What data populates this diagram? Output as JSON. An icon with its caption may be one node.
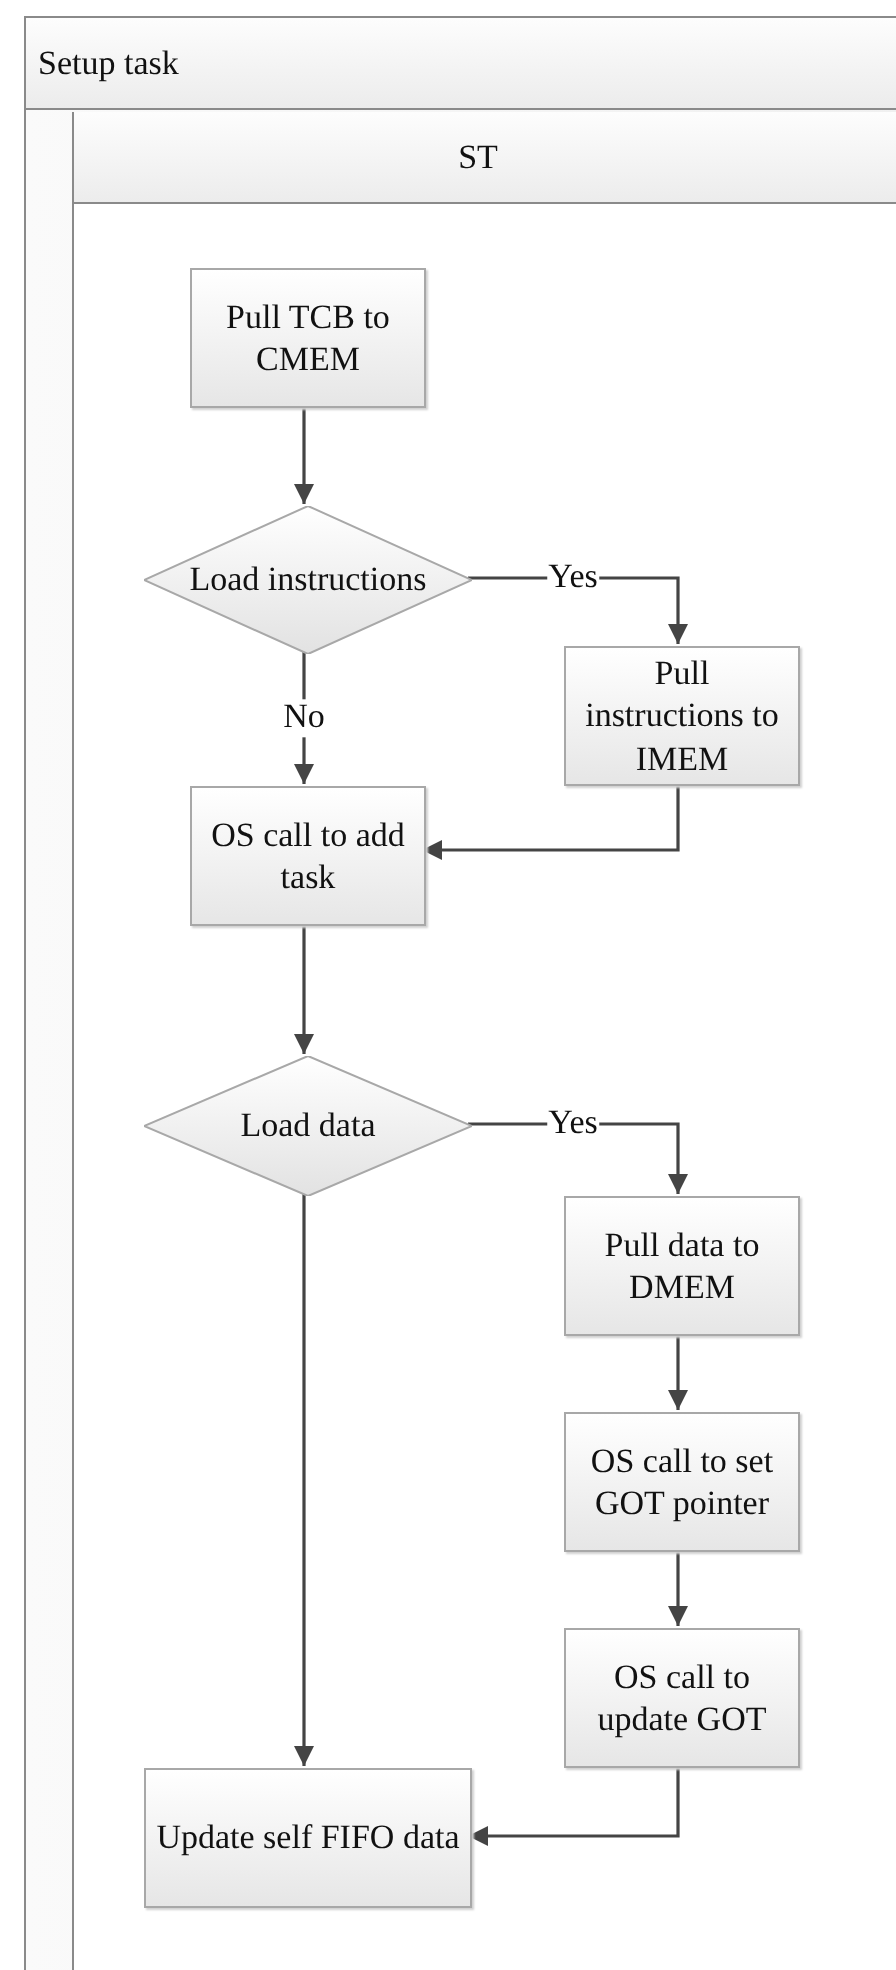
{
  "diagram": {
    "nodes": [
      {
        "text": [
          "Setup task"
        ]
      },
      {
        "text": [
          "ST"
        ],
        "in": 0
      },
      {
        "text": [
          "Pull TCB to CMEM"
        ],
        "in": 1
      },
      {
        "text": [
          "Load instructions"
        ],
        "in": 1
      },
      {
        "text": [
          "Pull instructions to IMEM"
        ],
        "in": 1
      },
      {
        "text": [
          "OS call to add task"
        ],
        "in": 1
      },
      {
        "text": [
          "Load data"
        ],
        "in": 1
      },
      {
        "text": [
          "Pull data to DMEM"
        ],
        "in": 1
      },
      {
        "text": [
          "OS call to set GOT pointer"
        ],
        "in": 1
      },
      {
        "text": [
          "OS call to update GOT"
        ],
        "in": 1
      },
      {
        "text": [
          "Update self FIFO data"
        ],
        "in": 1
      }
    ],
    "edges": [
      {
        "from": 2,
        "to": 3,
        "arrow": "to"
      },
      {
        "from": 3,
        "to": 4,
        "arrow": "to",
        "label": "Yes"
      },
      {
        "from": 3,
        "to": 5,
        "arrow": "to",
        "label": "No"
      },
      {
        "from": 4,
        "to": 5,
        "arrow": "to"
      },
      {
        "from": 5,
        "to": 6,
        "arrow": "to"
      },
      {
        "from": 6,
        "to": 7,
        "arrow": "to",
        "label": "Yes"
      },
      {
        "from": 7,
        "to": 8,
        "arrow": "to"
      },
      {
        "from": 8,
        "to": 9,
        "arrow": "to"
      },
      {
        "from": 9,
        "to": 10,
        "arrow": "to"
      },
      {
        "from": 6,
        "to": 10,
        "arrow": "to"
      }
    ]
  }
}
